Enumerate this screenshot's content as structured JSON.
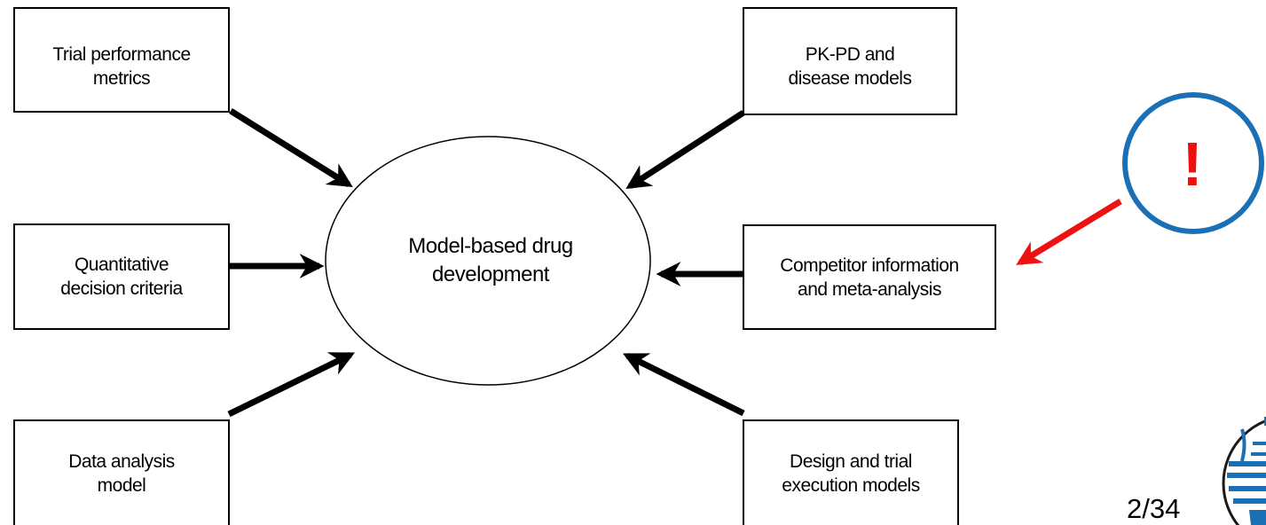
{
  "nodes": {
    "center": {
      "line1": "Model-based drug",
      "line2": "development"
    },
    "trial_performance": {
      "line1": "Trial performance",
      "line2": "metrics"
    },
    "pkpd": {
      "line1": "PK-PD and",
      "line2": "disease models"
    },
    "quant_decision": {
      "line1": "Quantitative",
      "line2": "decision criteria"
    },
    "competitor": {
      "line1": "Competitor information",
      "line2": "and meta-analysis"
    },
    "data_analysis": {
      "line1": "Data analysis",
      "line2": "model"
    },
    "design_trial": {
      "line1": "Design and trial",
      "line2": "execution models"
    }
  },
  "alert": {
    "glyph": "!",
    "color": "#ee1111",
    "circle_color": "#1a6fb5",
    "arrow_color": "#ee1111"
  },
  "page_number": "2/34",
  "logo_icon": "university-logo-icon"
}
